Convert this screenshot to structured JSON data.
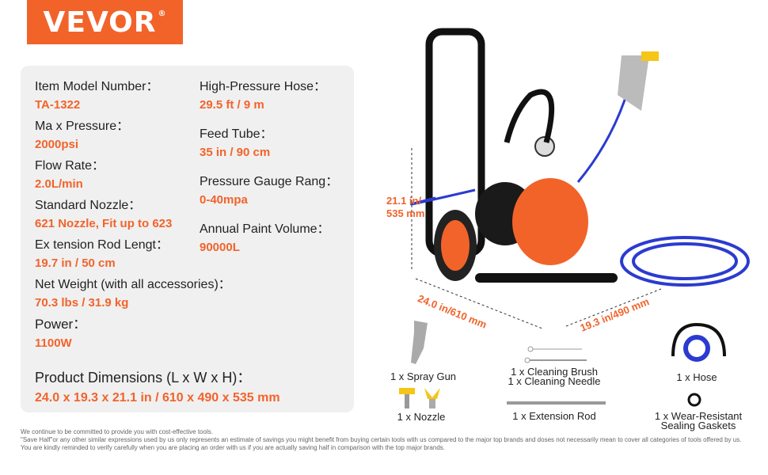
{
  "brand": {
    "logo": "VEVOR",
    "registered": "®"
  },
  "specs": [
    {
      "label": "Item Model Number：",
      "value": "TA-1322"
    },
    {
      "label": "Ma x Pressure：",
      "value": "2000psi"
    },
    {
      "label": "Flow Rate：",
      "value": "2.0L/min"
    },
    {
      "label": "Standard Nozzle：",
      "value": "621 Nozzle, Fit up to 623"
    },
    {
      "label": "Ex tension Rod Lengt：",
      "value": "19.7 in / 50 cm"
    },
    {
      "label": "Net Weight (with all accessories)：",
      "value": "70.3 lbs / 31.9 kg"
    },
    {
      "label": "Power：",
      "value": "1100W"
    },
    {
      "label": "High-Pressure Hose：",
      "value": "29.5 ft / 9 m"
    },
    {
      "label": "Feed Tube：",
      "value": "35 in / 90 cm"
    },
    {
      "label": "Pressure Gauge Rang：",
      "value": "0-40mpa"
    },
    {
      "label": "Annual Paint Volume：",
      "value": "90000L"
    }
  ],
  "dimensions": {
    "label": "Product Dimensions (L x W x H)：",
    "value": "24.0  x  19.3  x  21.1 in / 610  x  490  x  535 mm"
  },
  "product_dims": {
    "height": "21.1 in/\n535 mm",
    "length": "24.0 in/610 mm",
    "width": "19.3 in/490 mm"
  },
  "accessories": {
    "spray_gun": "1 x Spray Gun",
    "brush": "1 x Cleaning Brush",
    "needle": "1 x Cleaning Needle",
    "hose": "1 x Hose",
    "nozzle": "1 x Nozzle",
    "rod": "1 x Extension Rod",
    "gasket1": "1 x Wear-Resistant",
    "gasket2": "Sealing Gaskets"
  },
  "disclaimer": [
    "We continue to be committed to provide you with cost-effective tools.",
    "\"Save Half\"or any other similar expressions used by us only represents an estimate of savings you might benefit from buying certain tools with us compared to the major top brands and doses not necessarily mean to cover all categories of tools offered by us.",
    "You are kindly reminded to verify carefully when you are placing an order with us if you are actually saving half in comparison with the top major brands."
  ],
  "colors": {
    "accent": "#f2632a"
  }
}
